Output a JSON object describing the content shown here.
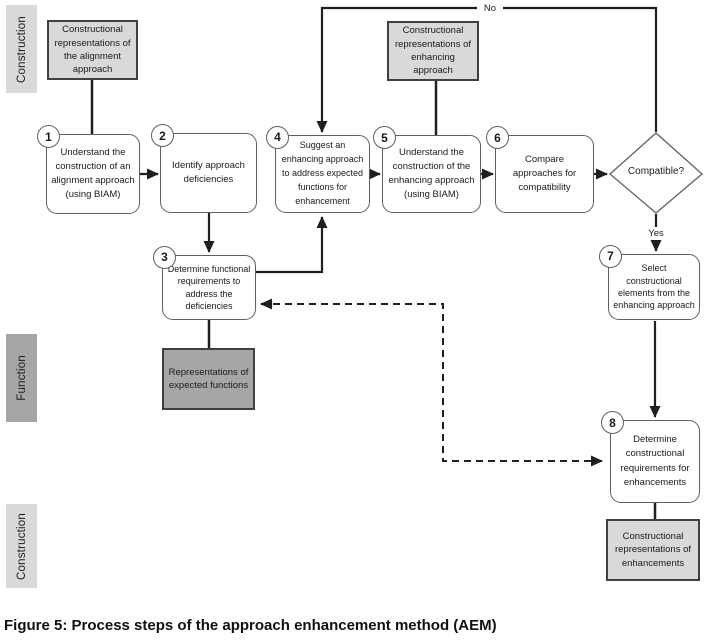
{
  "figure": {
    "caption": "Figure 5: Process steps of the approach enhancement method (AEM)"
  },
  "lanes": [
    {
      "label": "Construction",
      "tone": "light"
    },
    {
      "label": "Function",
      "tone": "dark"
    },
    {
      "label": "Construction",
      "tone": "light"
    }
  ],
  "steps": [
    {
      "number": "1",
      "text": "Understand the construction of an alignment approach (using BIAM)"
    },
    {
      "number": "2",
      "text": "Identify approach deficiencies"
    },
    {
      "number": "3",
      "text": "Determine functional requirements to address the deficiencies"
    },
    {
      "number": "4",
      "text": "Suggest an enhancing approach to address expected functions for enhancement"
    },
    {
      "number": "5",
      "text": "Understand the construction of the enhancing approach (using BIAM)"
    },
    {
      "number": "6",
      "text": "Compare approaches for compatibility"
    },
    {
      "number": "7",
      "text": "Select constructional elements from the enhancing approach"
    },
    {
      "number": "8",
      "text": "Determine constructional requirements for enhancements"
    }
  ],
  "artifacts": [
    {
      "text": "Constructional representations of the alignment approach",
      "tone": "light"
    },
    {
      "text": "Constructional representations of enhancing approach",
      "tone": "light"
    },
    {
      "text": "Representations of expected functions",
      "tone": "dark"
    },
    {
      "text": "Constructional representations of enhancements",
      "tone": "light"
    }
  ],
  "decision": {
    "text": "Compatible?",
    "yes_label": "Yes",
    "no_label": "No"
  },
  "colors": {
    "canvas_bg": "#ffffff",
    "line": "#1f1f1f",
    "step_border": "#5f5f5f",
    "step_fill": "#ffffff",
    "artifact_border": "#404040",
    "light_fill": "#d9d9d9",
    "dark_fill": "#a6a6a6",
    "text": "#1a1a1a"
  }
}
